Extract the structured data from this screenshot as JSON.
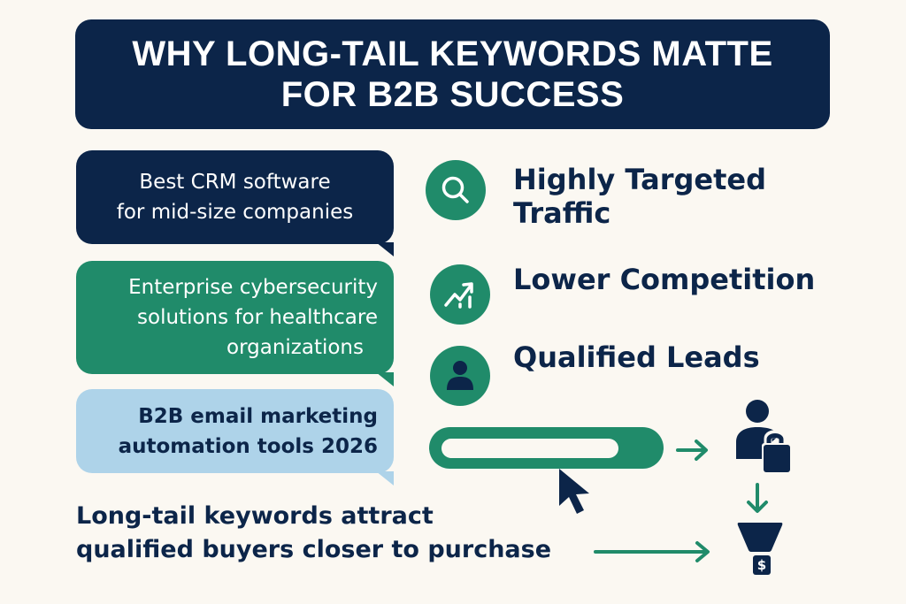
{
  "header": {
    "title_line1": "WHY LONG-TAIL KEYWORDS MATTE",
    "title_line2": "FOR B2B SUCCESS"
  },
  "keyword_examples": [
    {
      "line1": "Best CRM software",
      "line2": "for mid-size companies",
      "color": "#0c2549"
    },
    {
      "line1": "Enterprise cybersecurity",
      "line2": "solutions for healthcare",
      "line3": "organizations",
      "color": "#208b6a"
    },
    {
      "line1": "B2B email marketing",
      "line2": "automation tools 2026",
      "color": "#aed3e9"
    }
  ],
  "benefits": [
    {
      "icon": "search-icon",
      "line1": "Highly Targeted",
      "line2": "Traffic"
    },
    {
      "icon": "trending-up-chart-icon",
      "line1": "Lower Competition"
    },
    {
      "icon": "user-icon",
      "line1": "Qualified Leads"
    }
  ],
  "flow": {
    "search_input_value": "",
    "icons": [
      "search-bar",
      "cursor-pointer-icon",
      "arrow-right-icon",
      "user-lock-icon",
      "arrow-down-icon",
      "funnel-icon",
      "dollar-icon",
      "arrow-right-long-icon"
    ]
  },
  "summary": {
    "line1": "Long-tail keywords attract",
    "line2": "qualified buyers closer to purchase"
  },
  "colors": {
    "navy": "#0c2549",
    "green": "#208b6a",
    "light_blue": "#aed3e9",
    "background": "#fbf8f2"
  }
}
